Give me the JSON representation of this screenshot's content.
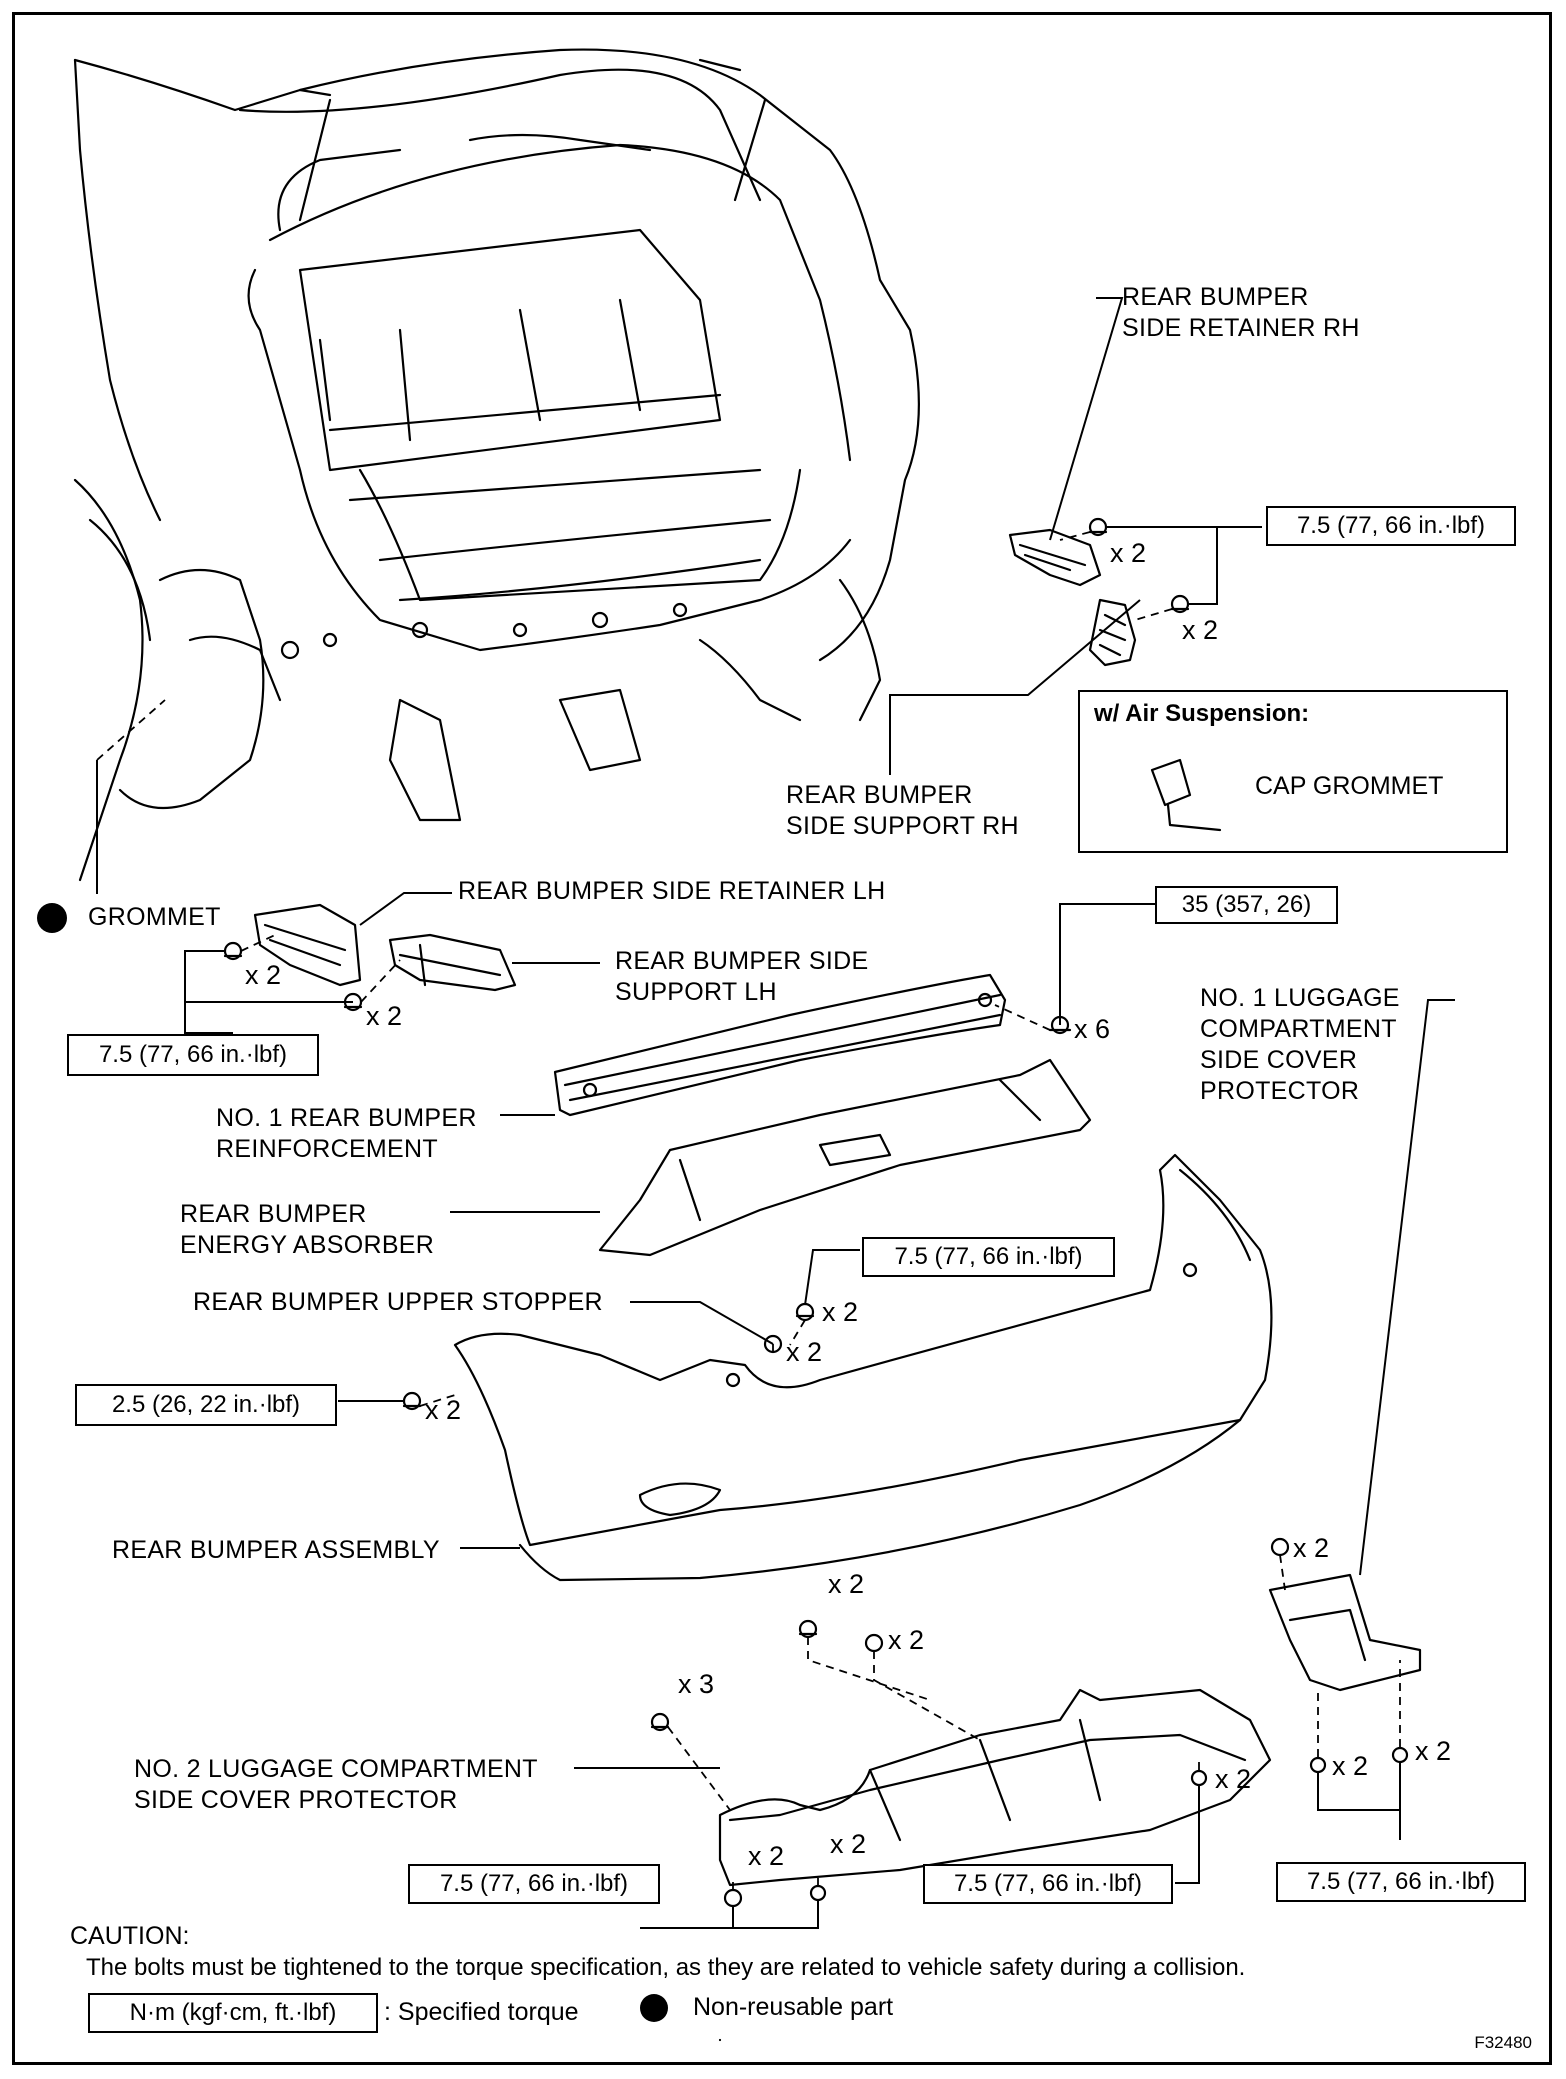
{
  "labels": {
    "side_retainer_rh": "REAR BUMPER\nSIDE RETAINER RH",
    "side_support_rh": "REAR BUMPER\nSIDE SUPPORT RH",
    "grommet": "GROMMET",
    "side_retainer_lh": "REAR BUMPER SIDE RETAINER LH",
    "side_support_lh": "REAR BUMPER SIDE\nSUPPORT LH",
    "reinforcement": "NO. 1 REAR BUMPER\nREINFORCEMENT",
    "energy_absorber": "REAR BUMPER\nENERGY ABSORBER",
    "upper_stopper": "REAR BUMPER UPPER STOPPER",
    "bumper_assembly": "REAR BUMPER ASSEMBLY",
    "luggage_protector_1": "NO. 1 LUGGAGE\nCOMPARTMENT\nSIDE COVER\nPROTECTOR",
    "luggage_protector_2": "NO. 2 LUGGAGE COMPARTMENT\nSIDE COVER PROTECTOR"
  },
  "air_suspension": {
    "title": "w/ Air Suspension:",
    "cap_grommet": "CAP GROMMET"
  },
  "torques": {
    "rh_retainer": "7.5 (77, 66 in.·lbf)",
    "lh_retainer": "7.5 (77, 66 in.·lbf)",
    "reinforcement": "35 (357, 26)",
    "upper_bolt": "7.5 (77, 66 in.·lbf)",
    "left_screw": "2.5 (26, 22 in.·lbf)",
    "bottom_left": "7.5 (77, 66 in.·lbf)",
    "bottom_mid": "7.5 (77, 66 in.·lbf)",
    "bottom_right": "7.5 (77, 66 in.·lbf)"
  },
  "quantities": {
    "rh_retainer_bolt": "x 2",
    "rh_support_bolt": "x 2",
    "lh_retainer_bolt": "x 2",
    "lh_support_bolt": "x 2",
    "reinforcement_nut": "x 6",
    "upper_bolt": "x 2",
    "stopper": "x 2",
    "left_screw": "x 2",
    "center_clip": "x 2",
    "center_clip2": "x 2",
    "protector2_bolt": "x 3",
    "protector2_bottom1": "x 2",
    "protector2_bottom2": "x 2",
    "protector2_right": "x 2",
    "protector1_top": "x 2",
    "protector1_bottom1": "x 2",
    "protector1_bottom2": "x 2"
  },
  "caution": {
    "title": "CAUTION:",
    "text": "The bolts must be tightened to the torque specification, as they are related to vehicle safety during a collision."
  },
  "legend": {
    "unit": "N·m (kgf·cm, ft.·lbf)",
    "unit_desc": ": Specified torque",
    "non_reusable": "Non-reusable part"
  },
  "figure_id": "F32480"
}
